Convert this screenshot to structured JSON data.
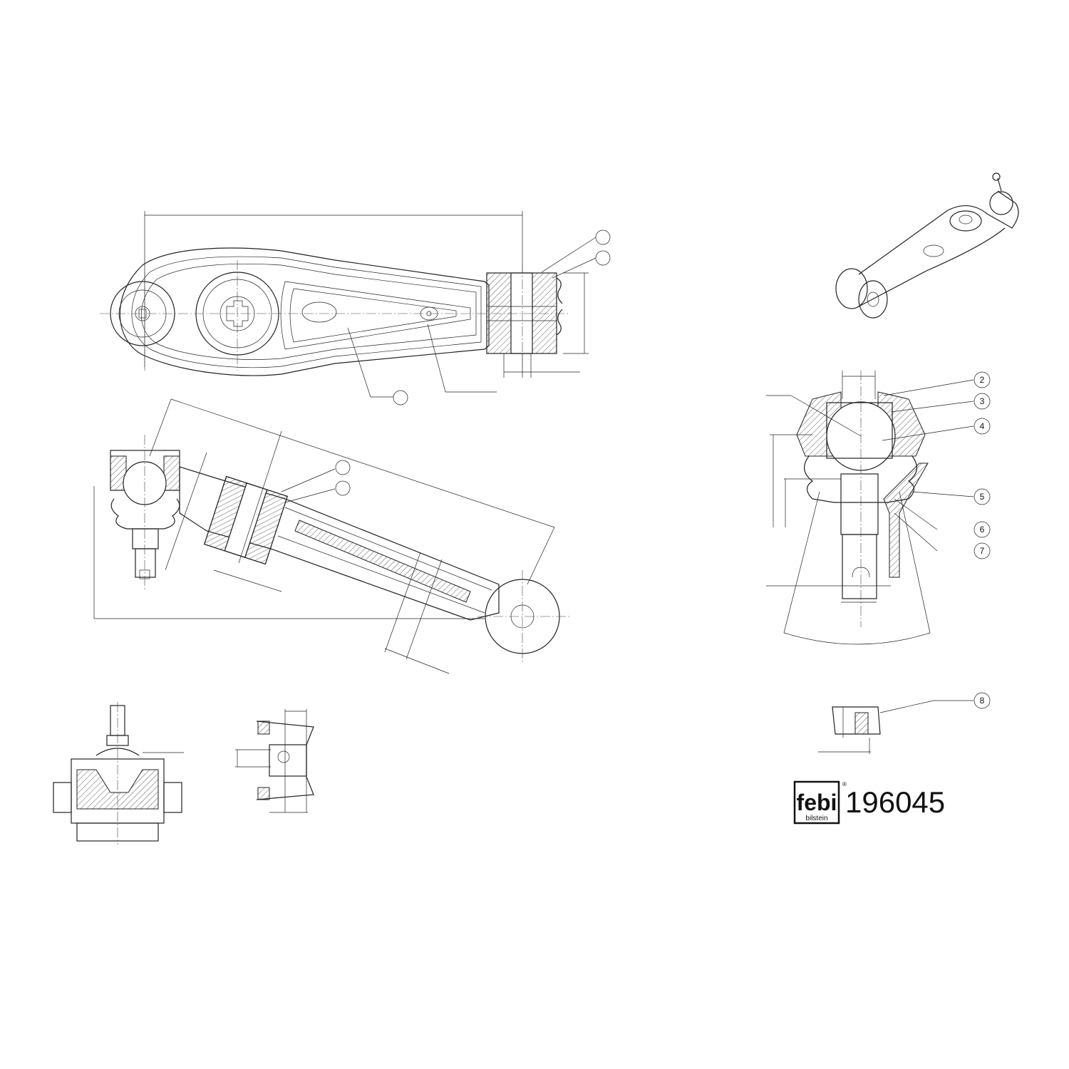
{
  "brand": {
    "logo_word": "febi",
    "logo_sub": "bilstein",
    "registered": "®"
  },
  "part_number": "196045",
  "callouts": [
    "2",
    "3",
    "4",
    "5",
    "6",
    "7",
    "8"
  ]
}
